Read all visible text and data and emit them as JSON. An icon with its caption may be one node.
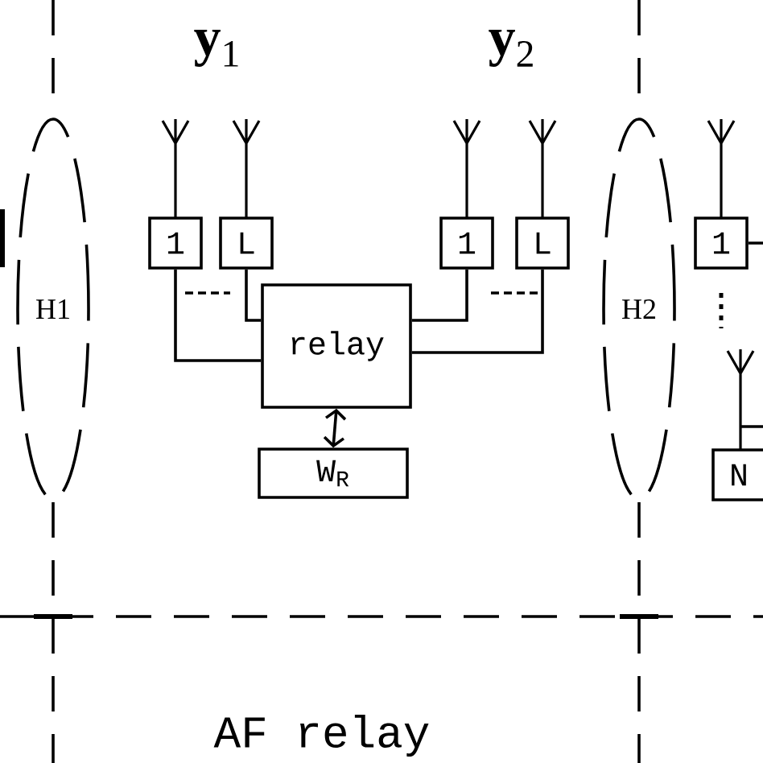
{
  "diagram": {
    "caption": "AF relay",
    "nodes": [
      {
        "text": [
          "H1"
        ]
      },
      {
        "text": [
          "1"
        ]
      },
      {
        "text": [
          "L"
        ]
      },
      {
        "text": [
          "1"
        ]
      },
      {
        "text": [
          "L"
        ]
      },
      {
        "text": [
          "relay"
        ]
      },
      {
        "text": [
          "W$_{R}$"
        ]
      },
      {
        "text": [
          "H2"
        ]
      },
      {
        "text": [
          "1"
        ]
      },
      {
        "text": [
          "N"
        ]
      }
    ],
    "edges": [
      {
        "from": 1,
        "to": 5,
        "arrow": "none"
      },
      {
        "from": 2,
        "to": 5,
        "arrow": "none"
      },
      {
        "from": 3,
        "to": 5,
        "arrow": "none"
      },
      {
        "from": 4,
        "to": 5,
        "arrow": "none"
      },
      {
        "from": 5,
        "to": 6,
        "arrow": "both"
      },
      {
        "from": 8,
        "to": null,
        "arrow": "none"
      }
    ],
    "labels": [
      "**y**$_{1}$",
      "**y**$_{2}$"
    ]
  }
}
